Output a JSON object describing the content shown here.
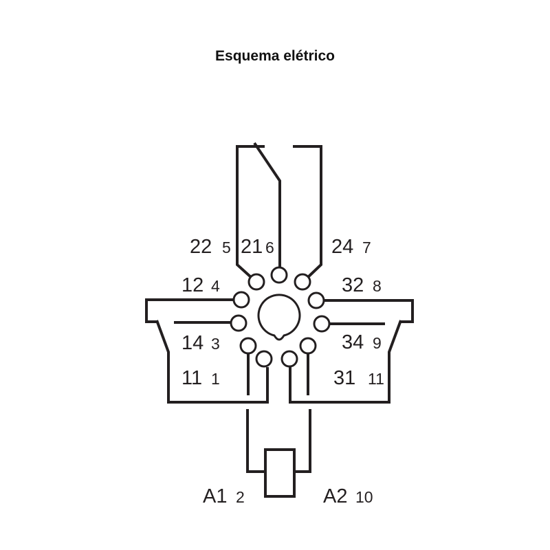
{
  "title": "Esquema elétrico",
  "terminals": [
    {
      "label": "22",
      "pin": "5"
    },
    {
      "label": "21",
      "pin": "6"
    },
    {
      "label": "24",
      "pin": "7"
    },
    {
      "label": "12",
      "pin": "4"
    },
    {
      "label": "32",
      "pin": "8"
    },
    {
      "label": "14",
      "pin": "3"
    },
    {
      "label": "34",
      "pin": "9"
    },
    {
      "label": "11",
      "pin": "1"
    },
    {
      "label": "31",
      "pin": "11"
    },
    {
      "label": "A1",
      "pin": "2"
    },
    {
      "label": "A2",
      "pin": "10"
    }
  ]
}
